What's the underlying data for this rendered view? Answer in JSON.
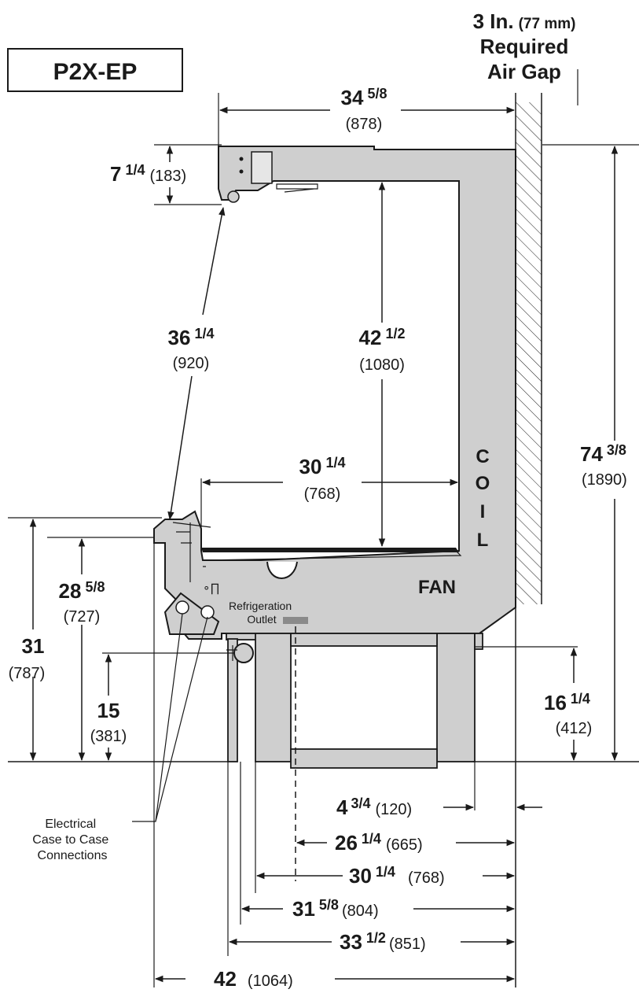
{
  "model": "P2X-EP",
  "air_gap": {
    "value": "3 In.",
    "metric": "(77 mm)",
    "line1": "Required",
    "line2": "Air Gap"
  },
  "labels": {
    "coil": [
      "C",
      "O",
      "I",
      "L"
    ],
    "fan": "FAN",
    "refrigeration_outlet_1": "Refrigeration",
    "refrigeration_outlet_2": "Outlet",
    "electrical_1": "Electrical",
    "electrical_2": "Case to Case",
    "electrical_3": "Connections"
  },
  "dimensions": {
    "top_width": {
      "whole": "34",
      "frac": "5/8",
      "metric": "(878)"
    },
    "canopy_height": {
      "whole": "7",
      "frac": "1/4",
      "metric": "(183)"
    },
    "diagonal": {
      "whole": "36",
      "frac": "1/4",
      "metric": "(920)"
    },
    "interior_height": {
      "whole": "42",
      "frac": "1/2",
      "metric": "(1080)"
    },
    "shelf_depth": {
      "whole": "30",
      "frac": "1/4",
      "metric": "(768)"
    },
    "overall_height": {
      "whole": "74",
      "frac": "3/8",
      "metric": "(1890)"
    },
    "front_height": {
      "whole": "31",
      "metric": "(787)"
    },
    "deck_height": {
      "whole": "28",
      "frac": "5/8",
      "metric": "(727)"
    },
    "base_height": {
      "whole": "15",
      "metric": "(381)"
    },
    "rear_base_height": {
      "whole": "16",
      "frac": "1/4",
      "metric": "(412)"
    },
    "bottom_1": {
      "whole": "4",
      "frac": "3/4",
      "metric": "(120)"
    },
    "bottom_2": {
      "whole": "26",
      "frac": "1/4",
      "metric": "(665)"
    },
    "bottom_3": {
      "whole": "30",
      "frac": "1/4",
      "metric": "(768)"
    },
    "bottom_4": {
      "whole": "31",
      "frac": "5/8",
      "metric": "(804)"
    },
    "bottom_5": {
      "whole": "33",
      "frac": "1/2",
      "metric": "(851)"
    },
    "bottom_6": {
      "whole": "42",
      "metric": "(1064)"
    }
  }
}
